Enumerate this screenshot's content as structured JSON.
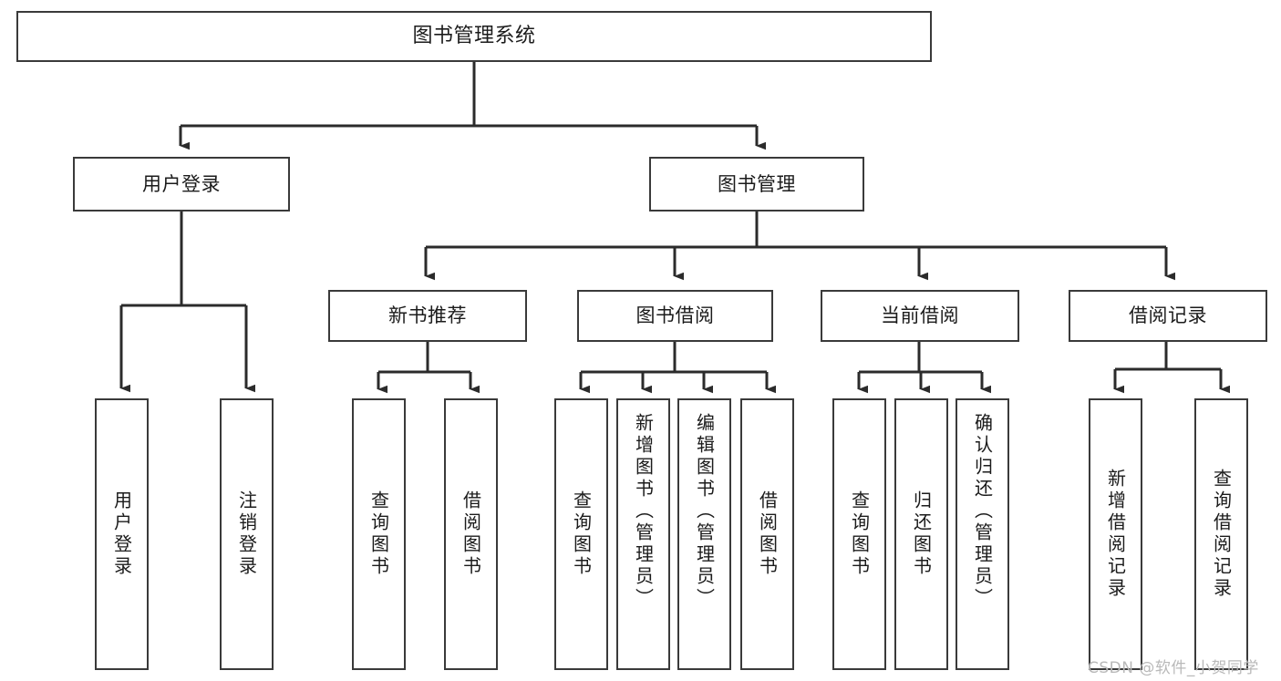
{
  "diagram": {
    "title": "图书管理系统",
    "type": "tree-hierarchy-diagram",
    "root": {
      "label": "图书管理系统"
    },
    "level1": [
      {
        "label": "用户登录"
      },
      {
        "label": "图书管理"
      }
    ],
    "level2": [
      {
        "label": "新书推荐"
      },
      {
        "label": "图书借阅"
      },
      {
        "label": "当前借阅"
      },
      {
        "label": "借阅记录"
      }
    ],
    "leaves": {
      "user_login": [
        {
          "label": "用户登录"
        },
        {
          "label": "注销登录"
        }
      ],
      "new_book_recommend": [
        {
          "label": "查询图书"
        },
        {
          "label": "借阅图书"
        }
      ],
      "book_borrow": [
        {
          "label": "查询图书"
        },
        {
          "label": "新增图书（管理员）"
        },
        {
          "label": "编辑图书（管理员）"
        },
        {
          "label": "借阅图书"
        }
      ],
      "current_borrow": [
        {
          "label": "查询图书"
        },
        {
          "label": "归还图书"
        },
        {
          "label": "确认归还（管理员）"
        }
      ],
      "borrow_record": [
        {
          "label": "新增借阅记录"
        },
        {
          "label": "查询借阅记录"
        }
      ]
    }
  },
  "watermark": {
    "text": "CSDN @软件_小贺同学"
  },
  "colors": {
    "box_border": "#3a3a3a",
    "line": "#2b2b2b",
    "text": "#1b1b1b",
    "background": "#ffffff",
    "watermark": "#b9b9b9"
  }
}
